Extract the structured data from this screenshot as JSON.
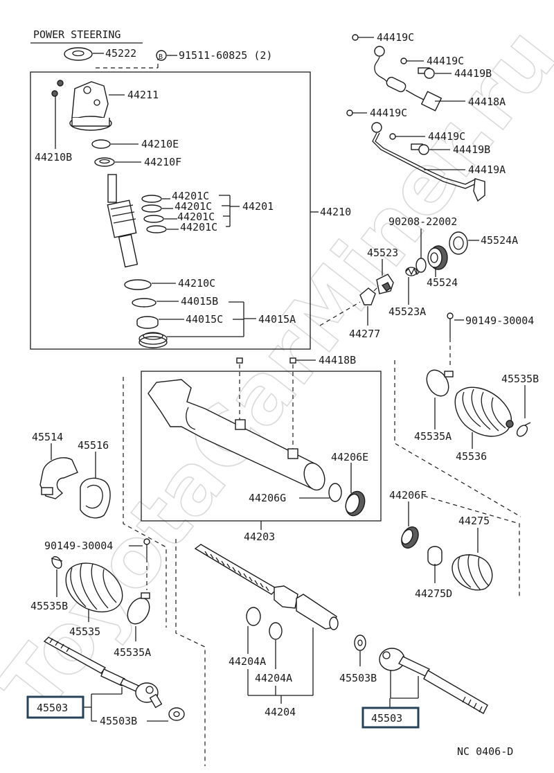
{
  "title": "POWER STEERING",
  "watermark": "ToyotaCarMiner.ru",
  "drawing_code": "NC 0406-D",
  "labels": {
    "l45222": "45222",
    "l91511": "91511-60825 (2)",
    "l44211": "44211",
    "l44210B": "44210B",
    "l44210E": "44210E",
    "l44210F": "44210F",
    "l44201C_1": "44201C",
    "l44201C_2": "44201C",
    "l44201C_3": "44201C",
    "l44201C_4": "44201C",
    "l44201": "44201",
    "l44210": "44210",
    "l44210C": "44210C",
    "l44015B": "44015B",
    "l44015C": "44015C",
    "l44015A": "44015A",
    "l44419C_1": "44419C",
    "l44419C_2": "44419C",
    "l44419B_1": "44419B",
    "l44418A": "44418A",
    "l44419C_3": "44419C",
    "l44419C_4": "44419C",
    "l44419B_2": "44419B",
    "l44419A": "44419A",
    "l90208": "90208-22002",
    "l45524A": "45524A",
    "l45523": "45523",
    "l45524": "45524",
    "l45523A": "45523A",
    "l44277": "44277",
    "l90149_1": "90149-30004",
    "l44418B": "44418B",
    "l45535B_1": "45535B",
    "l45514": "45514",
    "l45516": "45516",
    "l44206E": "44206E",
    "l44206G": "44206G",
    "l45535A_1": "45535A",
    "l45536": "45536",
    "l44203": "44203",
    "l44206F": "44206F",
    "l44275": "44275",
    "l90149_2": "90149-30004",
    "l45535B_2": "45535B",
    "l45535": "45535",
    "l45535A_2": "45535A",
    "l44275D": "44275D",
    "l44204A_1": "44204A",
    "l44204A_2": "44204A",
    "l45503B_1": "45503B",
    "l45503_left": "45503",
    "l45503B_2": "45503B",
    "l44204": "44204",
    "l45503_right": "45503"
  }
}
